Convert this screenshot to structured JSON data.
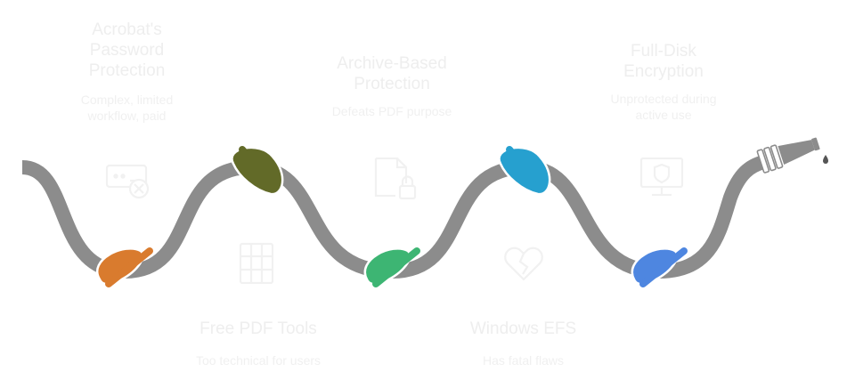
{
  "diagram": {
    "steps": [
      {
        "title": "Acrobat's Password Protection",
        "title_lines": [
          "Acrobat's",
          "Password",
          "Protection"
        ],
        "description_lines": [
          "Complex, limited",
          "workflow, paid"
        ],
        "knot_color": "#d97b2e",
        "icon": "password-error-icon"
      },
      {
        "title": "Free PDF Tools",
        "title_lines": [
          "Free PDF Tools"
        ],
        "description_lines": [
          "Too technical for users"
        ],
        "knot_color": "#626a28",
        "icon": "document-grid-icon"
      },
      {
        "title": "Archive-Based Protection",
        "title_lines": [
          "Archive-Based",
          "Protection"
        ],
        "description_lines": [
          "Defeats PDF purpose"
        ],
        "knot_color": "#3db573",
        "icon": "locked-document-icon"
      },
      {
        "title": "Windows EFS",
        "title_lines": [
          "Windows EFS"
        ],
        "description_lines": [
          "Has fatal flaws"
        ],
        "knot_color": "#26a0cf",
        "icon": "broken-heart-icon"
      },
      {
        "title": "Full-Disk Encryption",
        "title_lines": [
          "Full-Disk",
          "Encryption"
        ],
        "description_lines": [
          "Unprotected during",
          "active use"
        ],
        "knot_color": "#4e86e0",
        "icon": "shield-monitor-icon"
      }
    ],
    "rope_color": "#8c8c8c",
    "text_color": "#eeeeee",
    "end_icon": "hose-nozzle-icon"
  }
}
